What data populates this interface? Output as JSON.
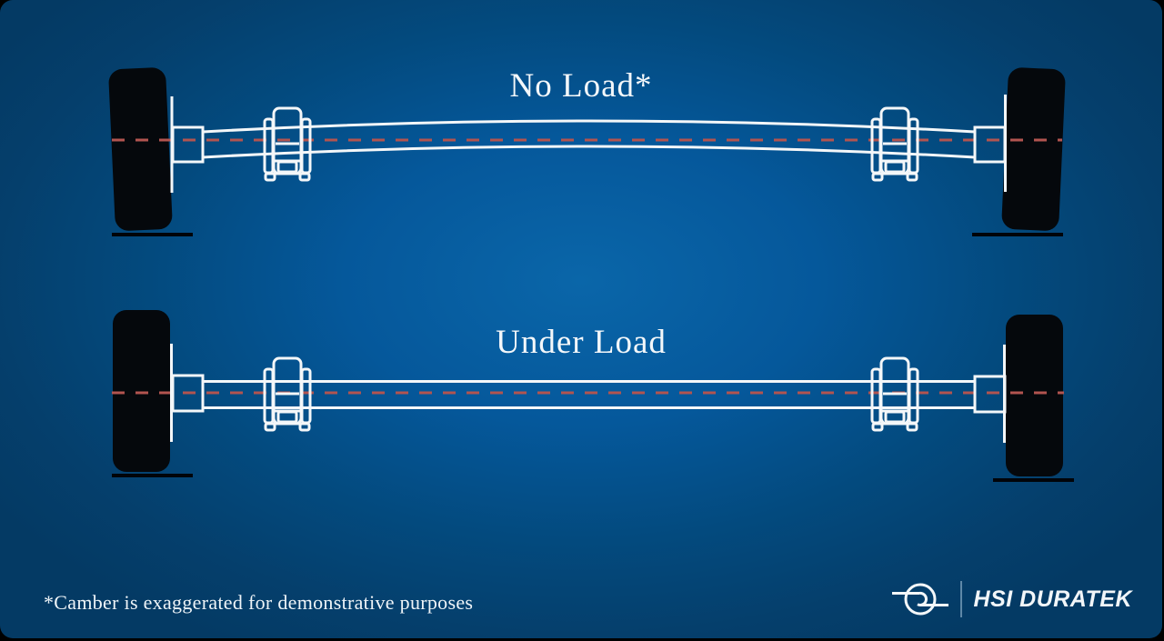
{
  "diagrams": [
    {
      "title": "No Load*"
    },
    {
      "title": "Under Load"
    }
  ],
  "footnote": "*Camber is exaggerated for demonstrative purposes",
  "brand": {
    "name": "HSI DURATEK",
    "icon": "axle-hub-logo-icon"
  },
  "colors": {
    "background_center": "#0a66a9",
    "background_edge": "#043a64",
    "structure_white": "#f4f7f9",
    "centerline_red": "#b25450",
    "tire_black": "#05080c",
    "ground_black": "#010409"
  }
}
